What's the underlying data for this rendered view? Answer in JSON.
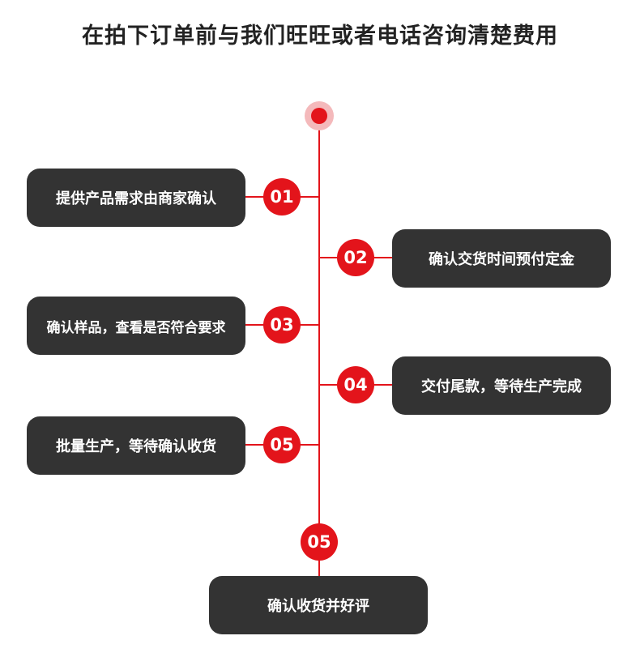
{
  "title": "在拍下订单前与我们旺旺或者电话咨询清楚费用",
  "accent_color": "#e3141b",
  "box_color": "#333333",
  "steps": [
    {
      "num": "01",
      "text": "提供产品需求由商家确认"
    },
    {
      "num": "02",
      "text": "确认交货时间预付定金"
    },
    {
      "num": "03",
      "text": "确认样品，查看是否符合要求"
    },
    {
      "num": "04",
      "text": "交付尾款，等待生产完成"
    },
    {
      "num": "05",
      "text": "批量生产，等待确认收货"
    },
    {
      "num": "05",
      "text": "确认收货并好评"
    }
  ]
}
